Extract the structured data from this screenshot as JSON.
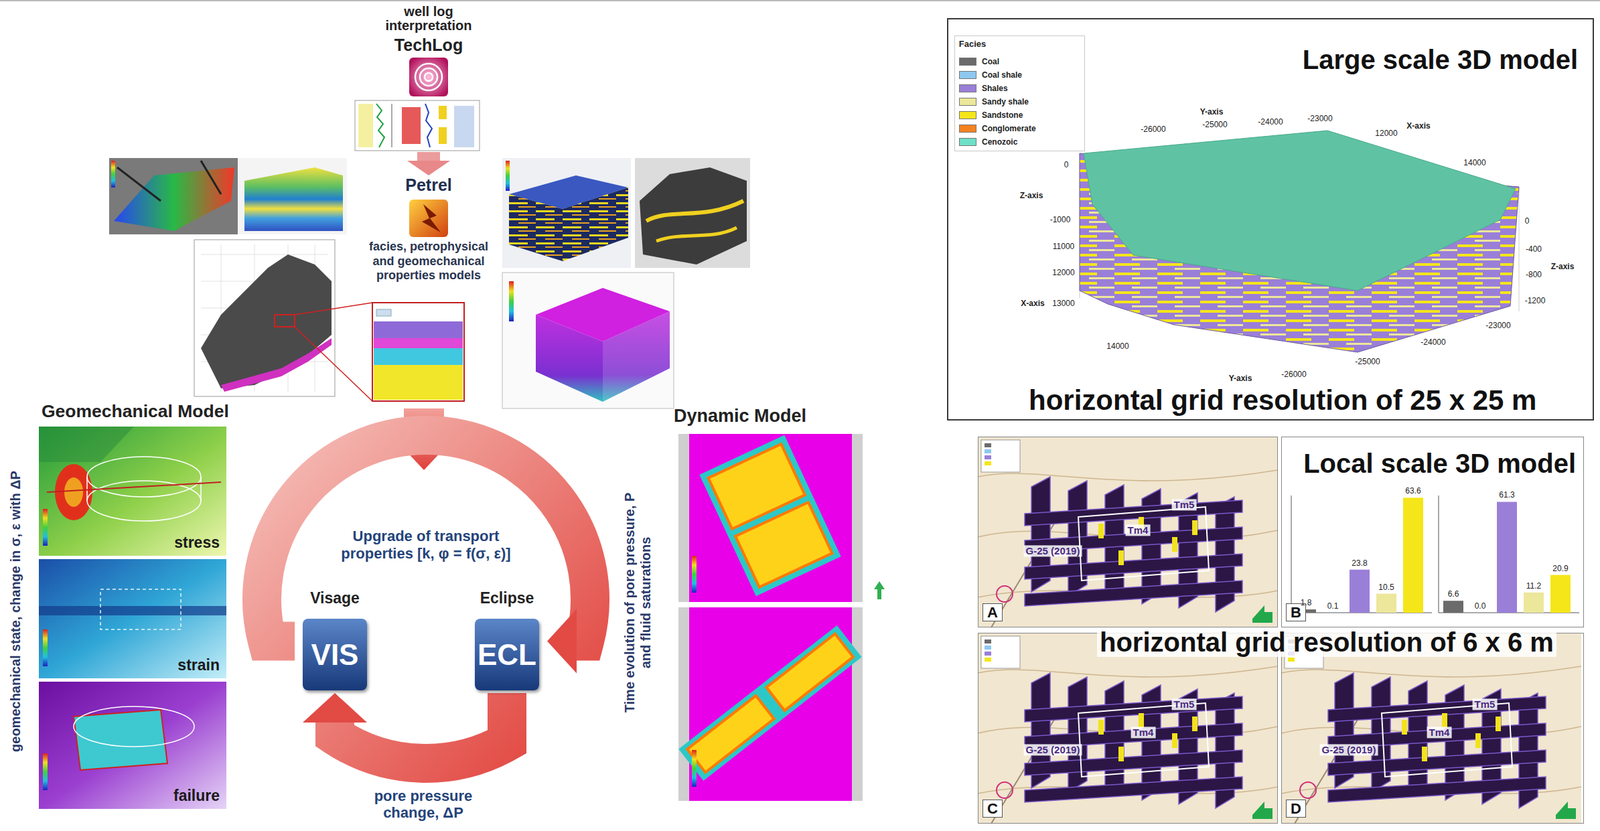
{
  "diagram": {
    "nodes": [
      {
        "text": [
          "well log interpretation",
          "TechLog"
        ]
      },
      {
        "text": [
          "Petrel",
          "facies, petrophysical and geomechanical properties models"
        ]
      },
      {
        "text": [
          "Geomechanical Model",
          "geomechanical state, change in σ, ε with ΔP"
        ]
      },
      {
        "text": [
          "stress"
        ],
        "in": 2
      },
      {
        "text": [
          "strain"
        ],
        "in": 2
      },
      {
        "text": [
          "failure"
        ],
        "in": 2
      },
      {
        "text": [
          "Visage",
          "VIS"
        ]
      },
      {
        "text": [
          "Eclipse",
          "ECL"
        ]
      },
      {
        "text": [
          "Dynamic Model",
          "Time evolution of pore pressure, P and fluid saturations"
        ]
      },
      {
        "text": [
          "Large scale 3D model",
          "horizontal grid resolution of 25 x 25 m"
        ]
      },
      {
        "text": [
          "Local scale 3D model",
          "horizontal grid resolution of 6 x 6 m"
        ]
      },
      {
        "text": [
          "A"
        ],
        "in": 10
      },
      {
        "text": [
          "B"
        ],
        "in": 10
      },
      {
        "text": [
          "C"
        ],
        "in": 10
      },
      {
        "text": [
          "D"
        ],
        "in": 10
      }
    ],
    "edges": [
      {
        "from": 0,
        "to": 1,
        "arrow": "to"
      },
      {
        "from": 6,
        "to": 7,
        "label": "Upgrade of transport properties [k, φ = f(σ, ε)]",
        "arrow": "to"
      },
      {
        "from": 7,
        "to": 6,
        "label": "pore pressure change, ΔP",
        "arrow": "to"
      }
    ],
    "labels": [
      "Facies",
      "Y-axis",
      "-26000",
      "-25000",
      "-24000",
      "-23000",
      "X-axis",
      "12000",
      "14000",
      "0",
      "Z-axis",
      "-1000",
      "11000",
      "12000",
      "X-axis",
      "13000",
      "14000",
      "0",
      "-400",
      "Z-axis",
      "-800",
      "-1200",
      "-23000",
      "-24000",
      "-25000",
      "-26000",
      "Y-axis",
      "Tm5",
      "Tm4",
      "G-25 (2019)",
      "1.8",
      "0.1",
      "23.8",
      "10.5",
      "63.6",
      "6.6",
      "0.0",
      "61.3",
      "11.2",
      "20.9",
      "Tm5",
      "Tm4",
      "G-25 (2019)",
      "Tm5",
      "Tm4",
      "G-25 (2019)"
    ],
    "legend": [
      {
        "text": "Coal",
        "color": "#6b6b6b"
      },
      {
        "text": "Coal shale",
        "color": "#8ec8f0"
      },
      {
        "text": "Shales",
        "color": "#9a7fd8"
      },
      {
        "text": "Sandy shale",
        "color": "#ece79a"
      },
      {
        "text": "Sandstone",
        "color": "#f5e61a"
      },
      {
        "text": "Conglomerate",
        "color": "#f58220"
      },
      {
        "text": "Cenozoic",
        "color": "#6fe0c8"
      }
    ]
  }
}
